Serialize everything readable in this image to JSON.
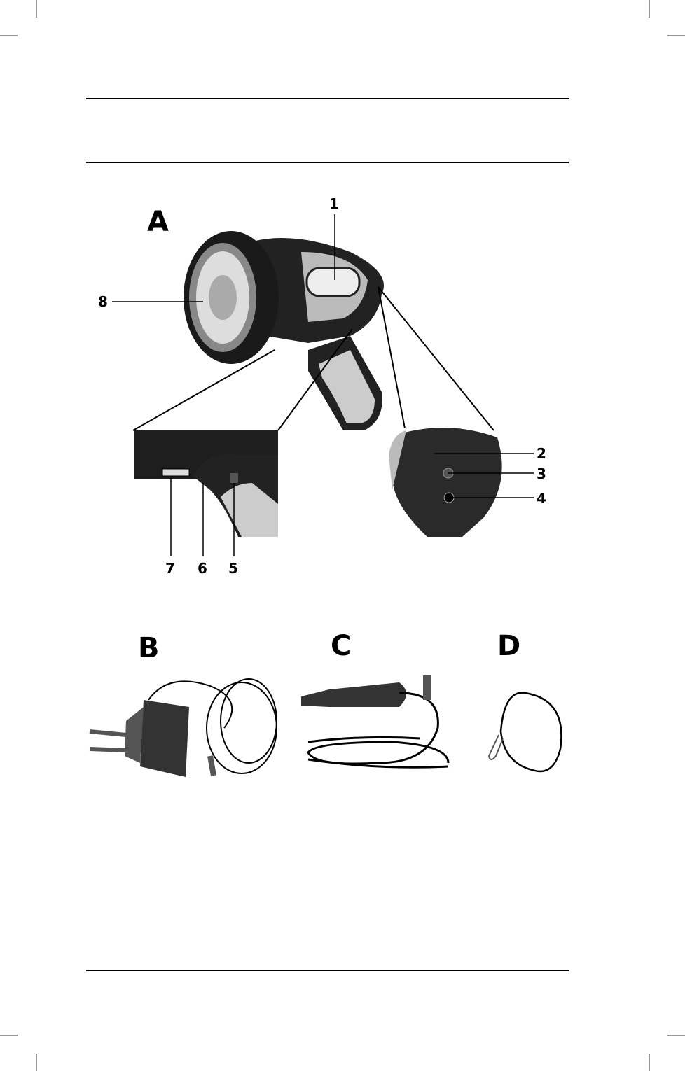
{
  "figure": {
    "panel_labels": {
      "a": "A",
      "b": "B",
      "c": "C",
      "d": "D"
    },
    "callouts": {
      "n1": "1",
      "n2": "2",
      "n3": "3",
      "n4": "4",
      "n5": "5",
      "n6": "6",
      "n7": "7",
      "n8": "8"
    }
  }
}
